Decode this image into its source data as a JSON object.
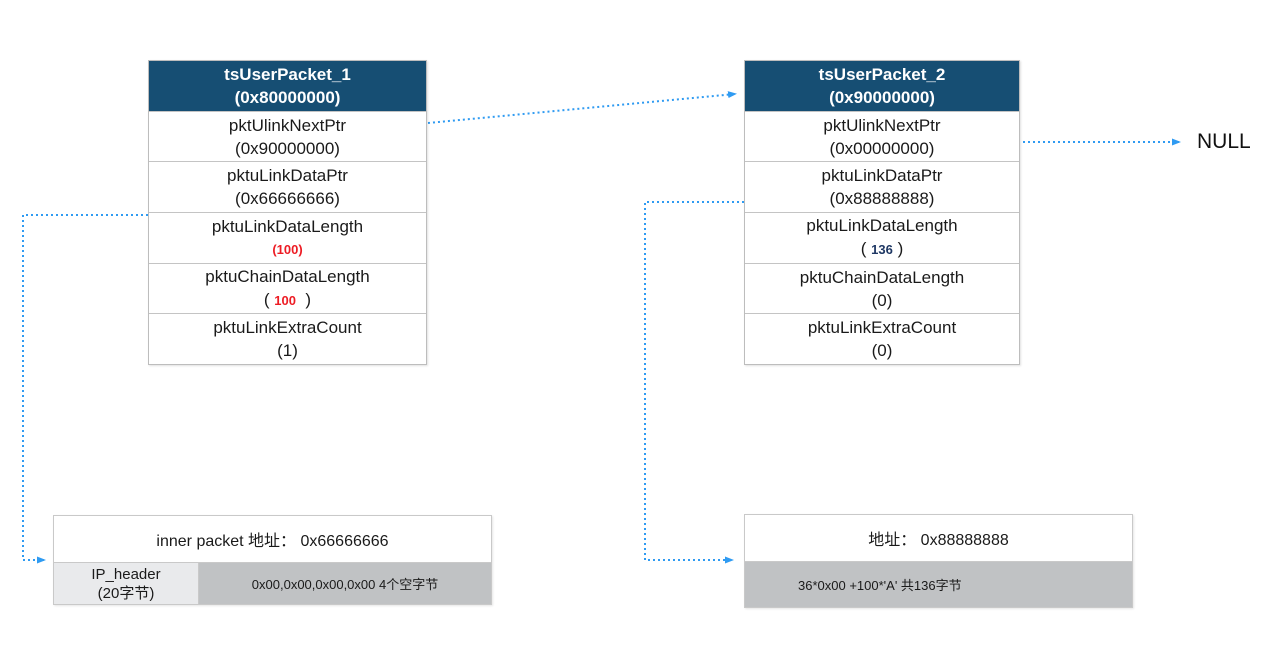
{
  "colors": {
    "header_bg": "#164e73",
    "arrow_blue": "#2f9bf2",
    "value_red": "#ed1c24",
    "value_navy": "#1f3864",
    "cell_light_gray": "#e9eaec",
    "cell_dark_gray": "#c0c2c4"
  },
  "packet1": {
    "title": "tsUserPacket_1",
    "address": "(0x80000000)",
    "rows": [
      {
        "label": "pktUlinkNextPtr",
        "value": "(0x90000000)"
      },
      {
        "label": "pktuLinkDataPtr",
        "value": "(0x66666666)"
      },
      {
        "label": "pktuLinkDataLength",
        "value_all": "(100)"
      },
      {
        "label": "pktuChainDataLength",
        "open": "( ",
        "num": "100",
        "close": "  )"
      },
      {
        "label": "pktuLinkExtraCount",
        "value": "(1)"
      }
    ]
  },
  "packet2": {
    "title": "tsUserPacket_2",
    "address": "(0x90000000)",
    "rows": [
      {
        "label": "pktUlinkNextPtr",
        "value": "(0x00000000)"
      },
      {
        "label": "pktuLinkDataPtr",
        "value": "(0x88888888)"
      },
      {
        "label": "pktuLinkDataLength",
        "open": "( ",
        "num": "136",
        "close": " )"
      },
      {
        "label": "pktuChainDataLength",
        "value": "(0)"
      },
      {
        "label": "pktuLinkExtraCount",
        "value": "(0)"
      }
    ]
  },
  "buffer1": {
    "title": "inner packet 地址： 0x66666666",
    "header_cell_line1": "IP_header",
    "header_cell_line2": "(20字节)",
    "data_cell": "0x00,0x00,0x00,0x00 4个空字节"
  },
  "buffer2": {
    "title": "地址： 0x88888888",
    "data_cell": "36*0x00 +100*'A' 共136字节"
  },
  "null_label": "NULL"
}
